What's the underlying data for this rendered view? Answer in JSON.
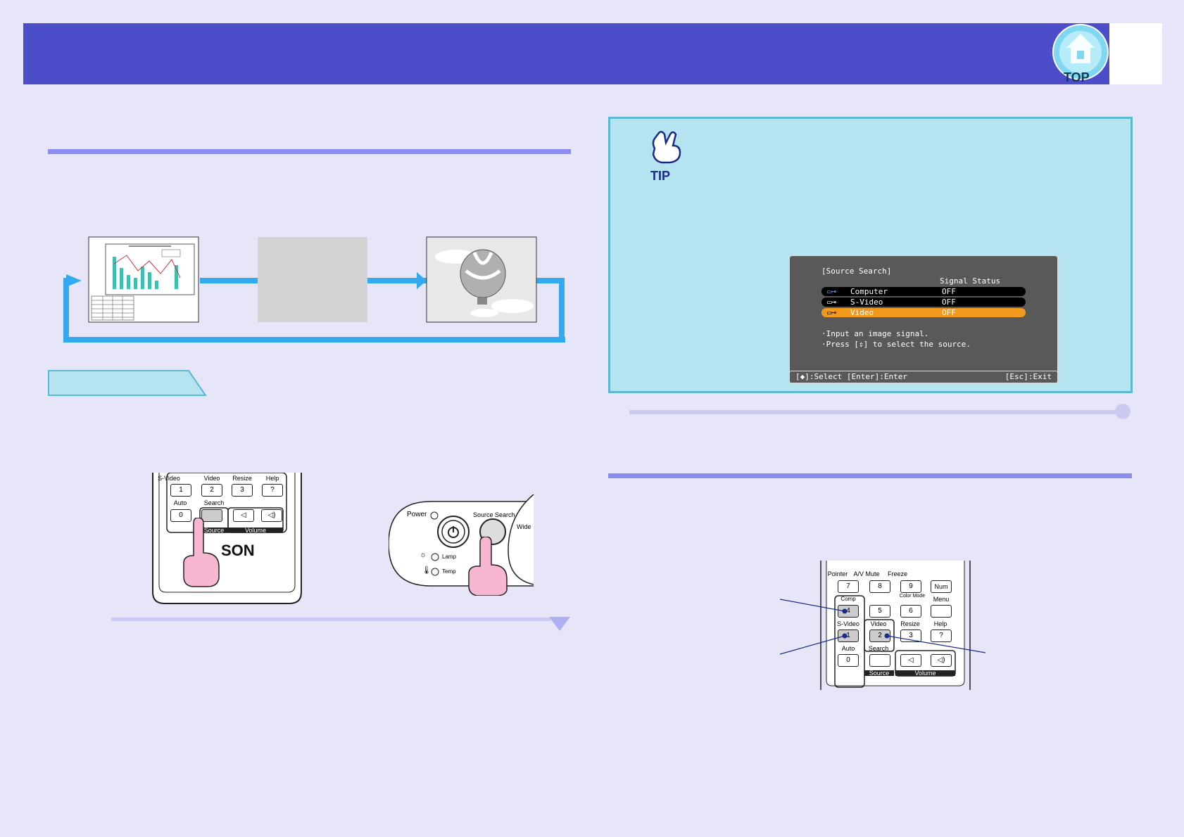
{
  "header": {
    "title": "",
    "top_button_label": "TOP"
  },
  "tip": {
    "label": "TIP"
  },
  "osd": {
    "title": "[Source Search]",
    "status_header": "Signal Status",
    "rows": [
      {
        "name": "Computer",
        "status": "OFF",
        "selected": false
      },
      {
        "name": "S-Video",
        "status": "OFF",
        "selected": false
      },
      {
        "name": "Video",
        "status": "OFF",
        "selected": true
      }
    ],
    "message1": "·Input an image signal.",
    "message2_before": "·Press [",
    "message2_after": "] to select the source.",
    "footer_left": "[◆]:Select [Enter]:Enter",
    "footer_right": "[Esc]:Exit"
  },
  "remote_left": {
    "labels": [
      "S-Video",
      "Video",
      "Resize",
      "Help",
      "Auto",
      "Search"
    ],
    "keys": [
      "1",
      "2",
      "3",
      "?",
      "0"
    ],
    "source_label": "Source",
    "volume_label": "Volume",
    "brand_fragment": "SON"
  },
  "panel": {
    "power_label": "Power",
    "search_label": "Source Search",
    "wide_label": "Wide",
    "lamp_label": "Lamp",
    "temp_label": "Temp"
  },
  "remote_right": {
    "labels": [
      "Pointer",
      "A/V Mute",
      "Freeze",
      "Comp",
      "Color Mode",
      "Menu",
      "S-Video",
      "Video",
      "Resize",
      "Help",
      "Auto",
      "Search"
    ],
    "keys": [
      "7",
      "8",
      "9",
      "Num",
      "4",
      "5",
      "6",
      "1",
      "2",
      "3",
      "?",
      "0"
    ],
    "source_label": "Source",
    "volume_label": "Volume"
  },
  "colors": {
    "header": "#4b4ec8",
    "accent_rule": "#8b8cf0",
    "flow_arrow": "#33aaee",
    "tip_bg": "#b5e3ef",
    "osd_highlight": "#f19a1e"
  }
}
